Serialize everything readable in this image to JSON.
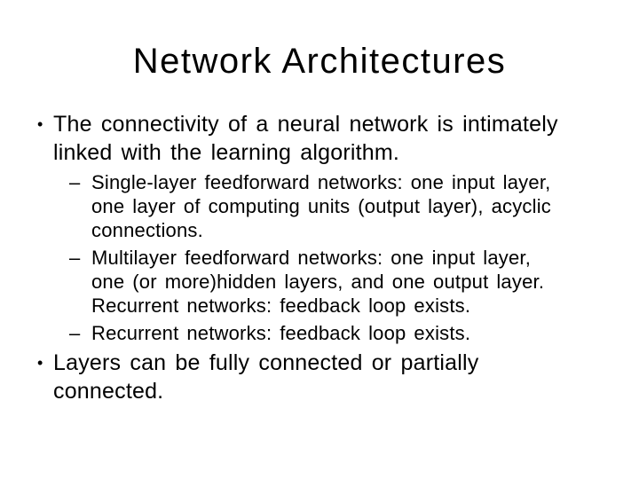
{
  "slide": {
    "title": "Network Architectures",
    "colors": {
      "background": "#ffffff",
      "text": "#000000"
    },
    "bullets": [
      {
        "level": 1,
        "marker": "•",
        "lines": [
          "The connectivity of a neural network is intimately",
          "linked with the learning algorithm."
        ]
      },
      {
        "level": 2,
        "marker": "–",
        "lines": [
          "Single-layer feedforward networks: one input layer,",
          "one layer of computing units (output layer), acyclic",
          "connections."
        ]
      },
      {
        "level": 2,
        "marker": "–",
        "lines": [
          "Multilayer feedforward networks: one input layer,",
          "one (or more)hidden layers, and one output layer.",
          "Recurrent networks: feedback loop exists."
        ]
      },
      {
        "level": 2,
        "marker": "–",
        "lines": [
          "Recurrent networks: feedback loop exists."
        ]
      },
      {
        "level": 1,
        "marker": "•",
        "lines": [
          "Layers can be fully connected or partially",
          "connected."
        ]
      }
    ]
  }
}
